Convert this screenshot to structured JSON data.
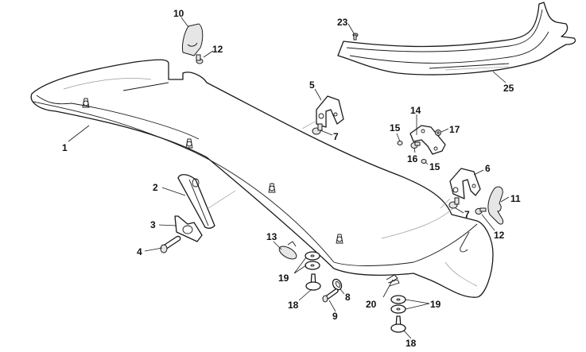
{
  "diagram": {
    "type": "exploded-parts-view",
    "subject": "Rear spoiler assembly",
    "callouts": [
      {
        "id": "c1",
        "label": "1",
        "part": "spoiler"
      },
      {
        "id": "c2",
        "label": "2",
        "part": "hinge-arm"
      },
      {
        "id": "c3",
        "label": "3",
        "part": "clamp-plate"
      },
      {
        "id": "c4",
        "label": "4",
        "part": "countersunk-screw"
      },
      {
        "id": "c5",
        "label": "5",
        "part": "bracket-left"
      },
      {
        "id": "c6",
        "label": "6",
        "part": "bracket-right"
      },
      {
        "id": "c7a",
        "label": "7",
        "part": "bolt"
      },
      {
        "id": "c7b",
        "label": "7",
        "part": "bolt"
      },
      {
        "id": "c8",
        "label": "8",
        "part": "washer"
      },
      {
        "id": "c9",
        "label": "9",
        "part": "screw"
      },
      {
        "id": "c10",
        "label": "10",
        "part": "cover-left"
      },
      {
        "id": "c11",
        "label": "11",
        "part": "cover-right"
      },
      {
        "id": "c12a",
        "label": "12",
        "part": "screw"
      },
      {
        "id": "c12b",
        "label": "12",
        "part": "screw"
      },
      {
        "id": "c13",
        "label": "13",
        "part": "lamp"
      },
      {
        "id": "c14",
        "label": "14",
        "part": "latch-bracket"
      },
      {
        "id": "c15a",
        "label": "15",
        "part": "screw"
      },
      {
        "id": "c15b",
        "label": "15",
        "part": "screw"
      },
      {
        "id": "c16",
        "label": "16",
        "part": "bolt"
      },
      {
        "id": "c17",
        "label": "17",
        "part": "nut"
      },
      {
        "id": "c18a",
        "label": "18",
        "part": "mounting-pin"
      },
      {
        "id": "c18b",
        "label": "18",
        "part": "mounting-pin"
      },
      {
        "id": "c19a",
        "label": "19",
        "part": "washers"
      },
      {
        "id": "c19b",
        "label": "19",
        "part": "washers"
      },
      {
        "id": "c20",
        "label": "20",
        "part": "clip"
      },
      {
        "id": "c23",
        "label": "23",
        "part": "screw"
      },
      {
        "id": "c25",
        "label": "25",
        "part": "seal-trim"
      }
    ]
  }
}
